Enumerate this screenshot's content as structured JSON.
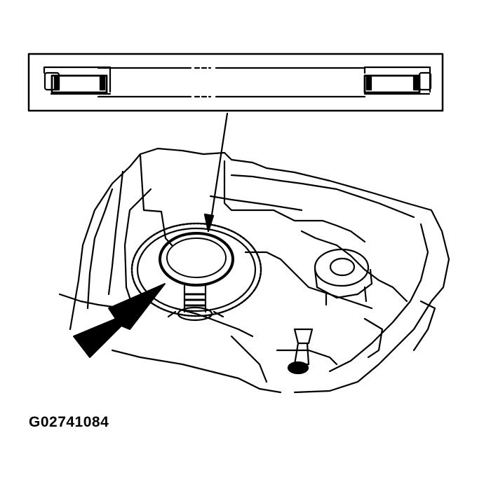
{
  "figure": {
    "code": "G02741084",
    "description": "Service illustration: transmission/transaxle case with ring (bearing race) installation; inset shows cross-section of installation tool/part with arrow pointing to ring location",
    "colors": {
      "line": "#000000",
      "background": "#ffffff"
    }
  },
  "inset": {
    "label": "part-cross-section-callout"
  },
  "callouts": [
    {
      "name": "leader-arrow",
      "from": "inset-box",
      "to": "ring-in-housing"
    },
    {
      "name": "large-direction-arrow",
      "points_to": "ring"
    }
  ]
}
